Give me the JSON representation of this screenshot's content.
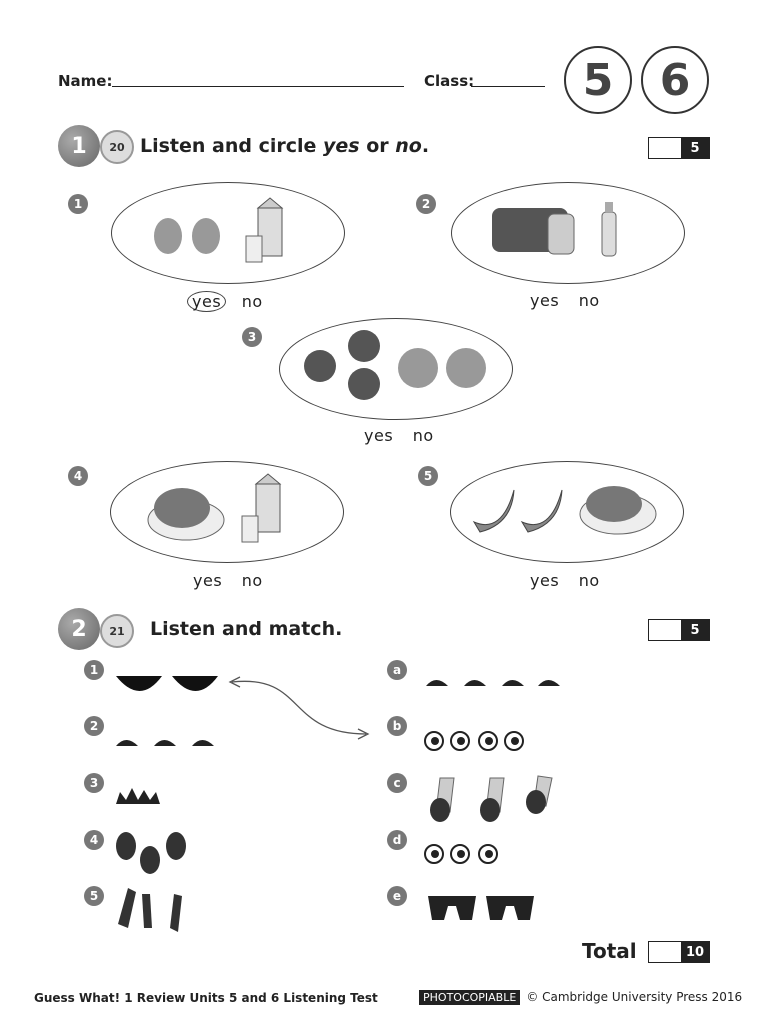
{
  "header": {
    "name_label": "Name:",
    "class_label": "Class:",
    "units": [
      "5",
      "6"
    ]
  },
  "section1": {
    "number": "1",
    "track": "20",
    "title_parts": [
      "Listen and circle ",
      "yes",
      " or ",
      "no",
      "."
    ],
    "score": "5",
    "items": [
      {
        "num": "1",
        "yes": "yes",
        "no": "no",
        "circled": "yes"
      },
      {
        "num": "2",
        "yes": "yes",
        "no": "no"
      },
      {
        "num": "3",
        "yes": "yes",
        "no": "no"
      },
      {
        "num": "4",
        "yes": "yes",
        "no": "no"
      },
      {
        "num": "5",
        "yes": "yes",
        "no": "no"
      }
    ]
  },
  "section2": {
    "number": "2",
    "track": "21",
    "title": "Listen and match.",
    "score": "5",
    "left": [
      "1",
      "2",
      "3",
      "4",
      "5"
    ],
    "right": [
      "a",
      "b",
      "c",
      "d",
      "e"
    ]
  },
  "total": {
    "label": "Total",
    "score": "10"
  },
  "footer": {
    "left": "Guess What! 1 Review Units 5 and 6 Listening Test",
    "tag": "PHOTOCOPIABLE",
    "right": "© Cambridge University Press 2016"
  }
}
